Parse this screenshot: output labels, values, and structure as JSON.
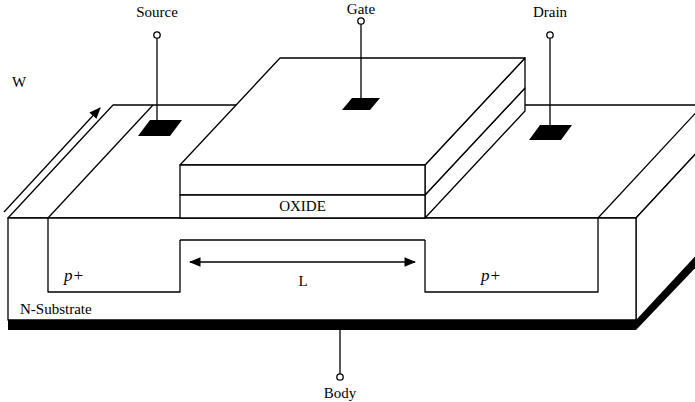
{
  "diagram": {
    "nodes": [
      {
        "text": [
          "OXIDE"
        ]
      },
      {
        "text": [
          "N-Substrate"
        ]
      },
      {
        "text": [
          "p+"
        ],
        "in": 1
      },
      {
        "text": [
          "p+"
        ],
        "in": 1
      }
    ],
    "labels": [
      "Source",
      "Gate",
      "Drain",
      "W",
      "L",
      "Body"
    ]
  }
}
